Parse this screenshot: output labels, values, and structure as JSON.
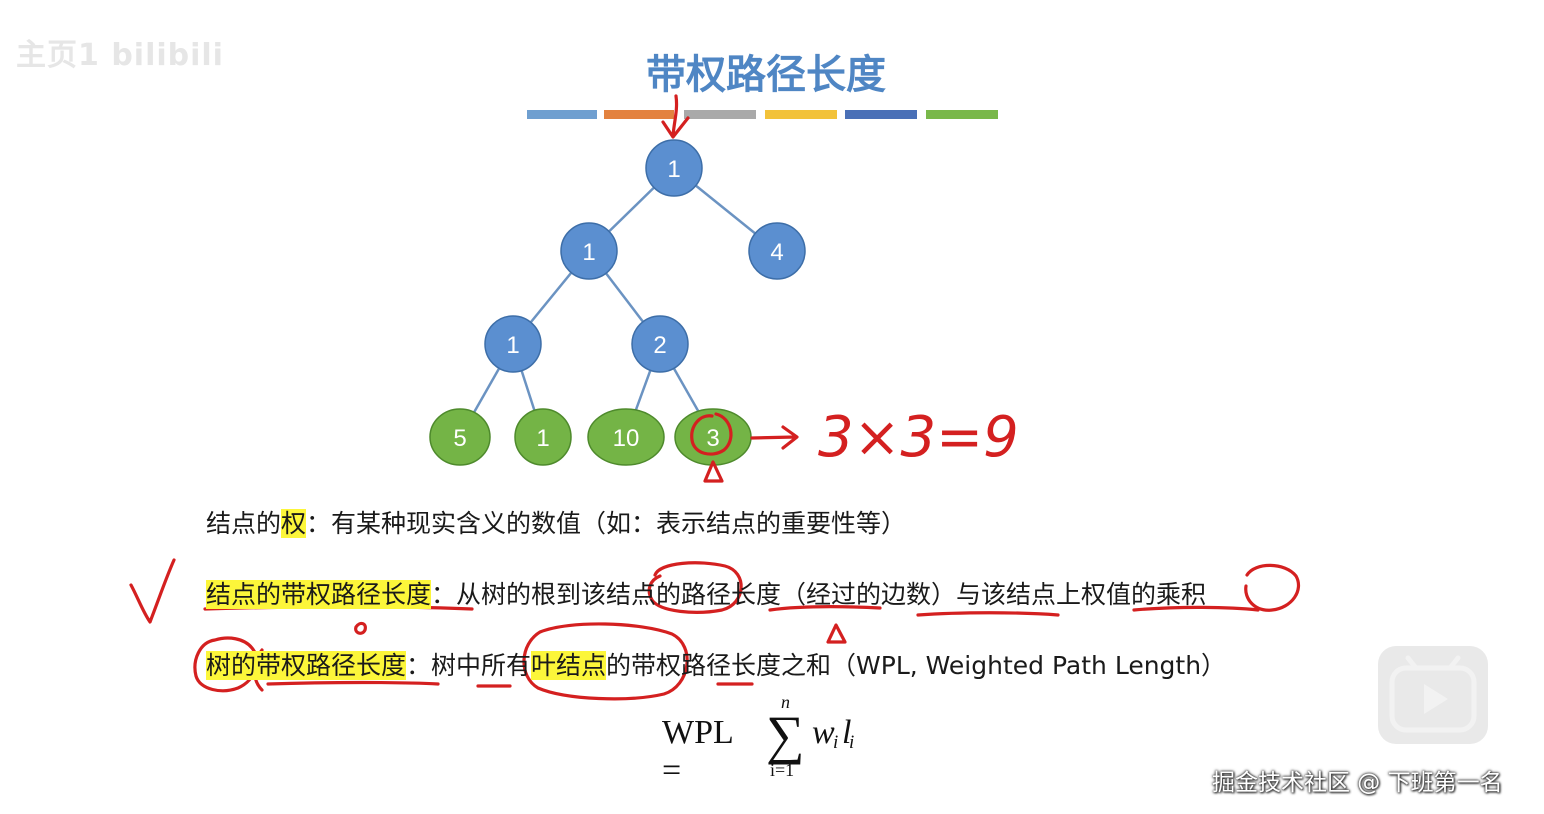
{
  "watermark_top": "主页1 bilibili",
  "title": "带权路径长度",
  "title_bar_colors": [
    "#6f9fd0",
    "#e3823f",
    "#a9a9a9",
    "#f2c23a",
    "#4a70b7",
    "#79b84a"
  ],
  "tree": {
    "internal_color": "#5b8fd0",
    "leaf_color": "#74b446",
    "edge_color": "#6b93c2",
    "root": "1",
    "level2": [
      "1",
      "4"
    ],
    "level3": [
      "1",
      "2"
    ],
    "leaves": [
      "5",
      "1",
      "10",
      "3"
    ]
  },
  "annotation": {
    "ink_color": "#d42020",
    "equation": "3×3=9"
  },
  "text": {
    "line1_a": "结点的",
    "line1_hl": "权",
    "line1_b": "：有某种现实含义的数值（如：表示结点的重要性等）",
    "line2_hl": "结点的带权路径长度",
    "line2_b": "：从树的根到该结点的路径长度（经过的边数）与该结点上权值的乘积",
    "line3_hl": "树的带权路径长度",
    "line3_b": "：树中所有",
    "line3_hl2": "叶结点",
    "line3_c": "的带权路径长度之和（WPL, Weighted Path Length）"
  },
  "formula": {
    "lhs": "WPL =",
    "sigma": "∑",
    "upper": "n",
    "lower": "i=1",
    "w": "w",
    "w_sub": "i",
    "l": "l",
    "l_sub": "i"
  },
  "watermark_bottom": "掘金技术社区 @ 下班第一名"
}
